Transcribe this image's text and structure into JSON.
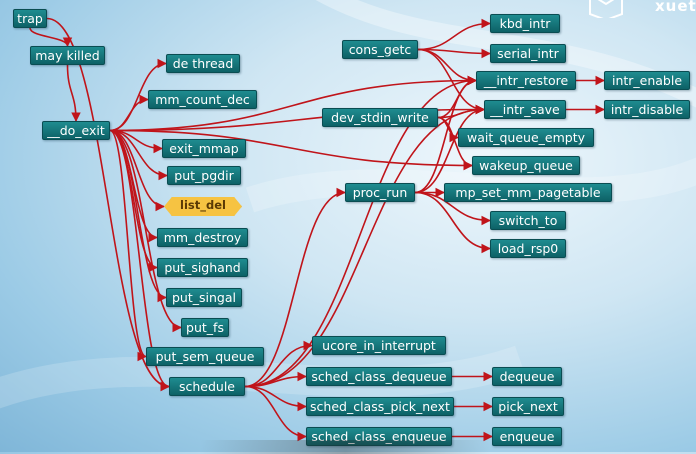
{
  "logo": {
    "text": "xuet"
  },
  "nodes": {
    "trap": "trap",
    "may_killed": "may killed",
    "do_exit": "__do_exit",
    "de_thread": "de thread",
    "mm_count_dec": "mm_count_dec",
    "exit_mmap": "exit_mmap",
    "put_pgdir": "put_pgdir",
    "list_del": "list_del",
    "mm_destroy": "mm_destroy",
    "put_sighand": "put_sighand",
    "put_singal": "put_singal",
    "put_fs": "put_fs",
    "put_sem_queue": "put_sem_queue",
    "schedule": "schedule",
    "cons_getc": "cons_getc",
    "kbd_intr": "kbd_intr",
    "serial_intr": "serial_intr",
    "intr_restore": "__intr_restore",
    "intr_save": "__intr_save",
    "intr_enable": "intr_enable",
    "intr_disable": "intr_disable",
    "dev_stdin_write": "dev_stdin_write",
    "wait_queue_empty": "wait_queue_empty",
    "wakeup_queue": "wakeup_queue",
    "proc_run": "proc_run",
    "mp_set_mm_pagetable": "mp_set_mm_pagetable",
    "switch_to": "switch_to",
    "load_rsp0": "load_rsp0",
    "ucore_in_interrupt": "ucore_in_interrupt",
    "sched_class_dequeue": "sched_class_dequeue",
    "sched_class_pick_next": "sched_class_pick_next",
    "sched_class_enqueue": "sched_class_enqueue",
    "dequeue": "dequeue",
    "pick_next": "pick_next",
    "enqueue": "enqueue"
  },
  "edges": [
    [
      "trap",
      "may_killed"
    ],
    [
      "trap",
      "schedule"
    ],
    [
      "may_killed",
      "do_exit"
    ],
    [
      "do_exit",
      "de_thread"
    ],
    [
      "do_exit",
      "mm_count_dec"
    ],
    [
      "do_exit",
      "exit_mmap"
    ],
    [
      "do_exit",
      "put_pgdir"
    ],
    [
      "do_exit",
      "list_del"
    ],
    [
      "do_exit",
      "mm_destroy"
    ],
    [
      "do_exit",
      "put_sighand"
    ],
    [
      "do_exit",
      "put_singal"
    ],
    [
      "do_exit",
      "put_fs"
    ],
    [
      "do_exit",
      "put_sem_queue"
    ],
    [
      "do_exit",
      "schedule"
    ],
    [
      "do_exit",
      "intr_restore"
    ],
    [
      "do_exit",
      "intr_save"
    ],
    [
      "do_exit",
      "wakeup_queue"
    ],
    [
      "cons_getc",
      "kbd_intr"
    ],
    [
      "cons_getc",
      "serial_intr"
    ],
    [
      "cons_getc",
      "intr_restore"
    ],
    [
      "cons_getc",
      "intr_save"
    ],
    [
      "intr_restore",
      "intr_enable"
    ],
    [
      "intr_save",
      "intr_disable"
    ],
    [
      "dev_stdin_write",
      "intr_restore"
    ],
    [
      "dev_stdin_write",
      "intr_save"
    ],
    [
      "dev_stdin_write",
      "wait_queue_empty"
    ],
    [
      "dev_stdin_write",
      "wakeup_queue"
    ],
    [
      "proc_run",
      "intr_restore"
    ],
    [
      "proc_run",
      "intr_save"
    ],
    [
      "proc_run",
      "mp_set_mm_pagetable"
    ],
    [
      "proc_run",
      "switch_to"
    ],
    [
      "proc_run",
      "load_rsp0"
    ],
    [
      "schedule",
      "proc_run"
    ],
    [
      "schedule",
      "intr_restore"
    ],
    [
      "schedule",
      "intr_save"
    ],
    [
      "schedule",
      "ucore_in_interrupt"
    ],
    [
      "schedule",
      "sched_class_dequeue"
    ],
    [
      "schedule",
      "sched_class_pick_next"
    ],
    [
      "schedule",
      "sched_class_enqueue"
    ],
    [
      "sched_class_dequeue",
      "dequeue"
    ],
    [
      "sched_class_pick_next",
      "pick_next"
    ],
    [
      "sched_class_enqueue",
      "enqueue"
    ]
  ],
  "colors": {
    "edge": "#c0141a",
    "node": "#137479",
    "highlight": "#f6c342"
  }
}
